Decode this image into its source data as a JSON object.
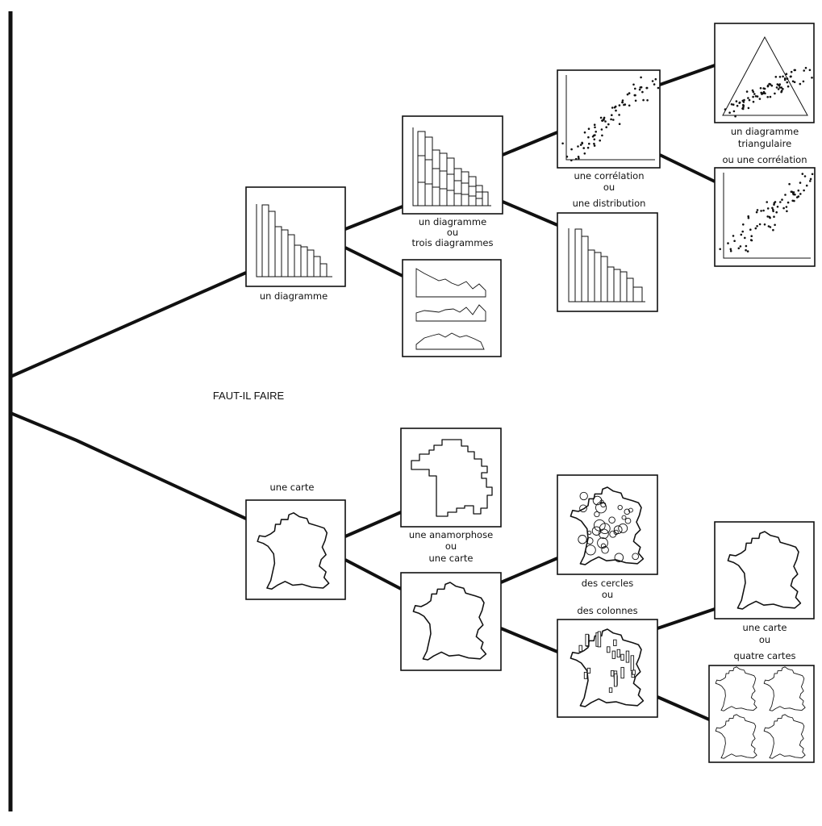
{
  "question": "FAUT-IL FAIRE",
  "top": {
    "diagramme": "un  diagramme",
    "un_diagramme": "un diagramme",
    "ou_1": "ou",
    "trois_diagrammes": "trois diagrammes",
    "une_correlation": "une corrélation",
    "ou_2": "ou",
    "une_distribution": "une distribution",
    "diag_tri_1": "un diagramme",
    "diag_tri_2": "triangulaire",
    "diag_tri_3": "ou une corrélation"
  },
  "bottom": {
    "une_carte": "une carte",
    "une_anamorphose": "une anamorphose",
    "ou_1": "ou",
    "une_carte_2": "une carte",
    "des_cercles": "des cercles",
    "ou_2": "ou",
    "des_colonnes": "des colonnes",
    "une_carte_3": "une carte",
    "ou_3": "ou",
    "quatre_cartes": "quatre cartes"
  },
  "icons": {
    "bar_chart": "bar-chart-icon",
    "stacked_bars": "stacked-bar-chart-icon",
    "small_multiples": "three-line-charts-icon",
    "scatter": "scatter-plot-icon",
    "triangle": "triangular-diagram-icon",
    "france_map": "france-map-icon",
    "anamorphosis": "anamorphosis-map-icon",
    "circles": "proportional-circles-map-icon",
    "columns": "columns-map-icon",
    "four_maps": "four-maps-icon"
  }
}
